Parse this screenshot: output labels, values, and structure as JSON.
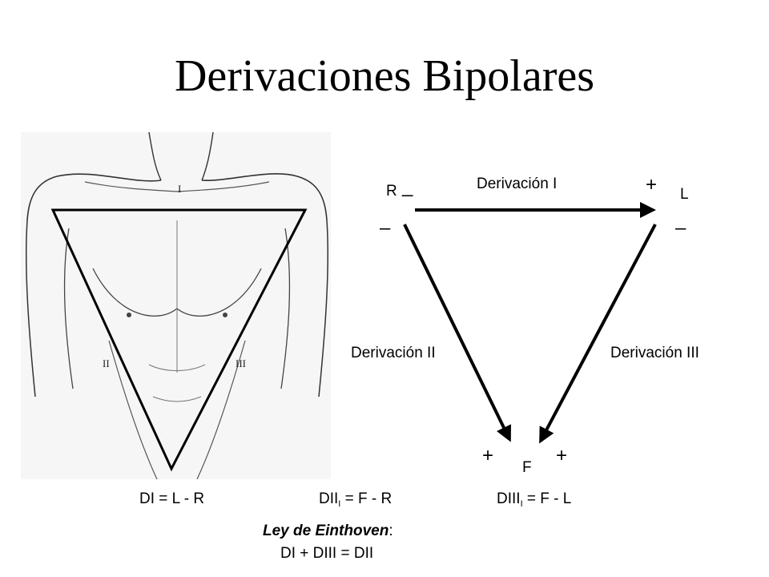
{
  "slide": {
    "title": "Derivaciones Bipolares"
  },
  "torso": {
    "lead_labels": [
      "I",
      "II",
      "III"
    ]
  },
  "diagram": {
    "lead_I": "Derivación I",
    "lead_II": "Derivación II",
    "lead_III": "Derivación III",
    "node_R": "R",
    "node_L": "L",
    "node_F": "F",
    "sign_minus": "_",
    "sign_dash": "–",
    "sign_plus": "+"
  },
  "equations": {
    "DI_left": "DI",
    "DI_right": "=  L - R",
    "DII_left": "DII",
    "DII_sub": "I",
    "DII_right": " = F - R",
    "DIII_left": "DIII",
    "DIII_sub": "I",
    "DIII_right": " = F - L"
  },
  "law": {
    "title": "Ley de Einthoven",
    "colon": ":",
    "equation": "DI + DIII = DII"
  }
}
